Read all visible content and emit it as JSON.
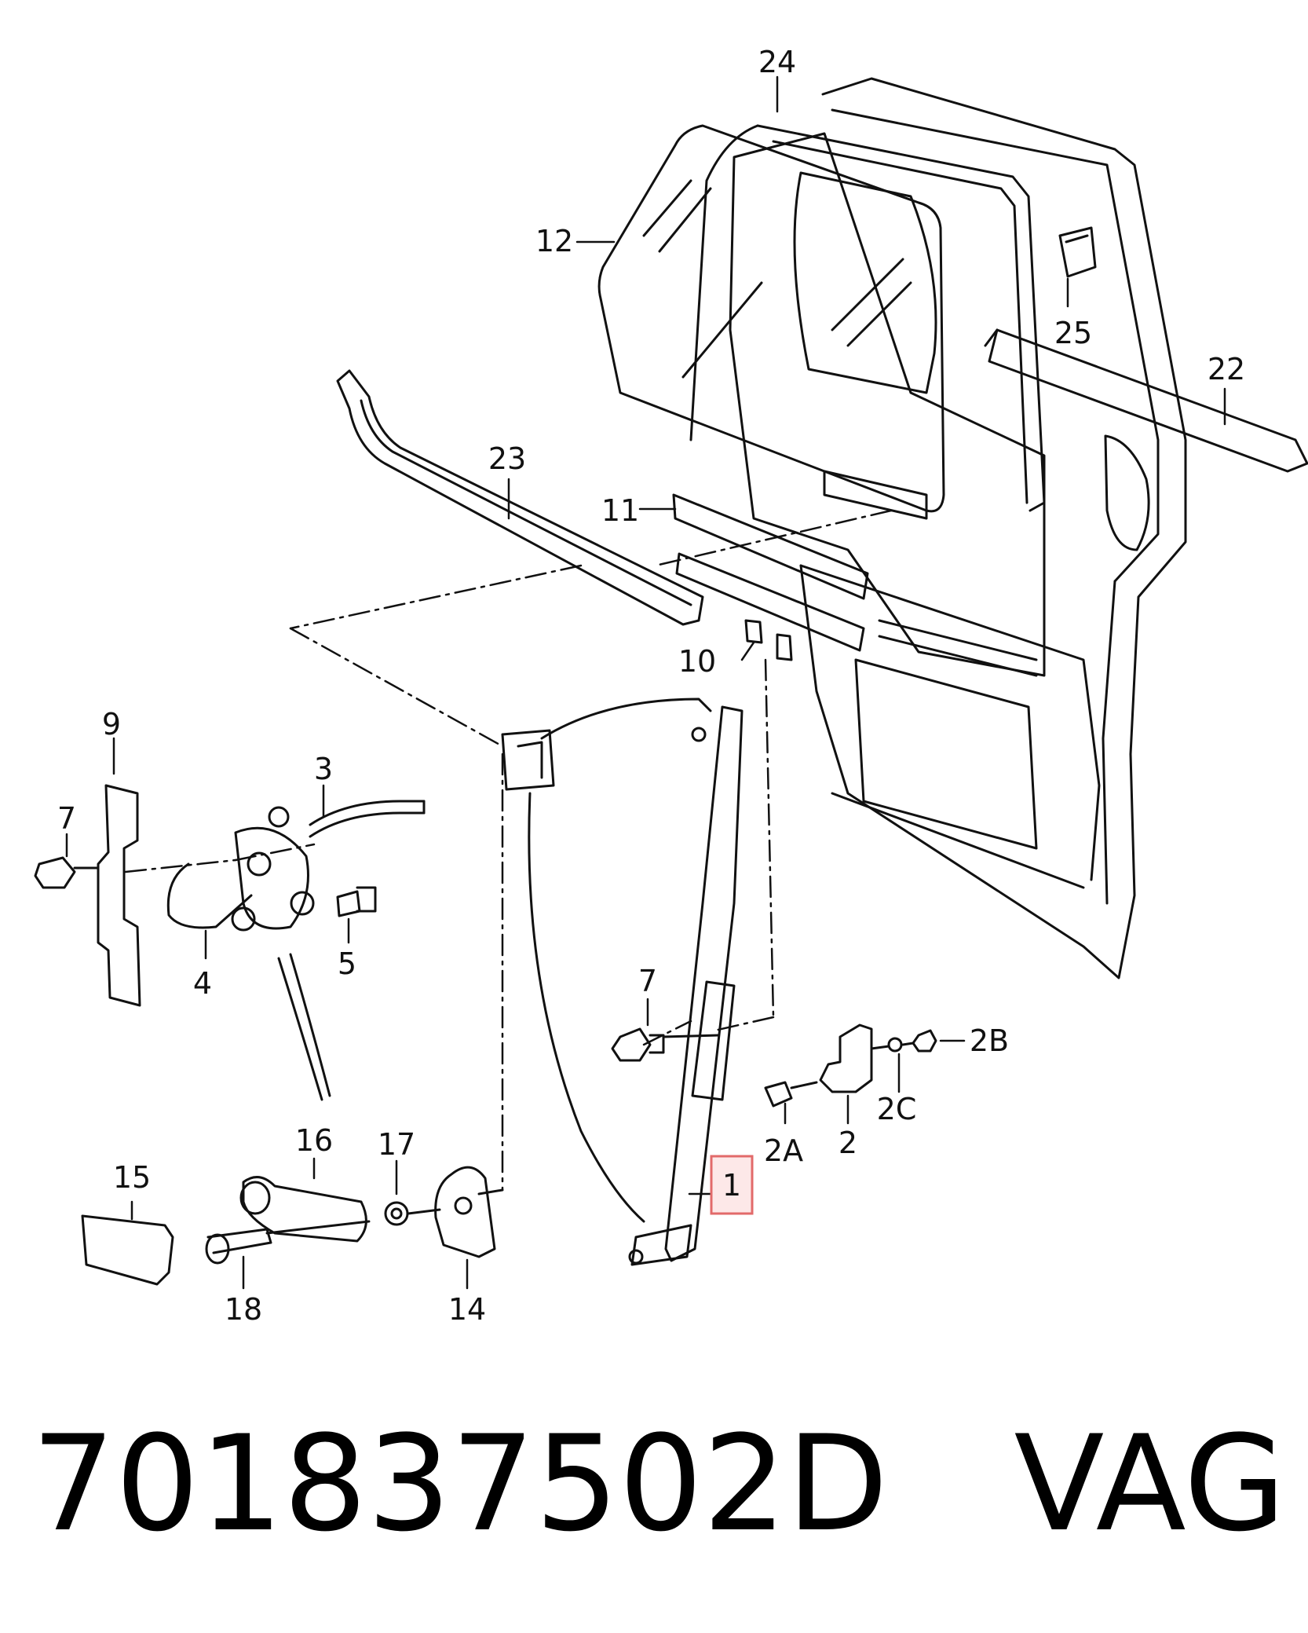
{
  "callouts": {
    "c1": "1",
    "c2": "2",
    "c2A": "2A",
    "c2B": "2B",
    "c2C": "2C",
    "c3": "3",
    "c4": "4",
    "c5": "5",
    "c7a": "7",
    "c7b": "7",
    "c9": "9",
    "c10": "10",
    "c11": "11",
    "c12": "12",
    "c14": "14",
    "c15": "15",
    "c16": "16",
    "c17": "17",
    "c18": "18",
    "c22": "22",
    "c23": "23",
    "c24": "24",
    "c25": "25"
  },
  "caption": {
    "part_number": "701837502D",
    "brand": "VAG"
  },
  "highlight_color": "#e26a6a"
}
